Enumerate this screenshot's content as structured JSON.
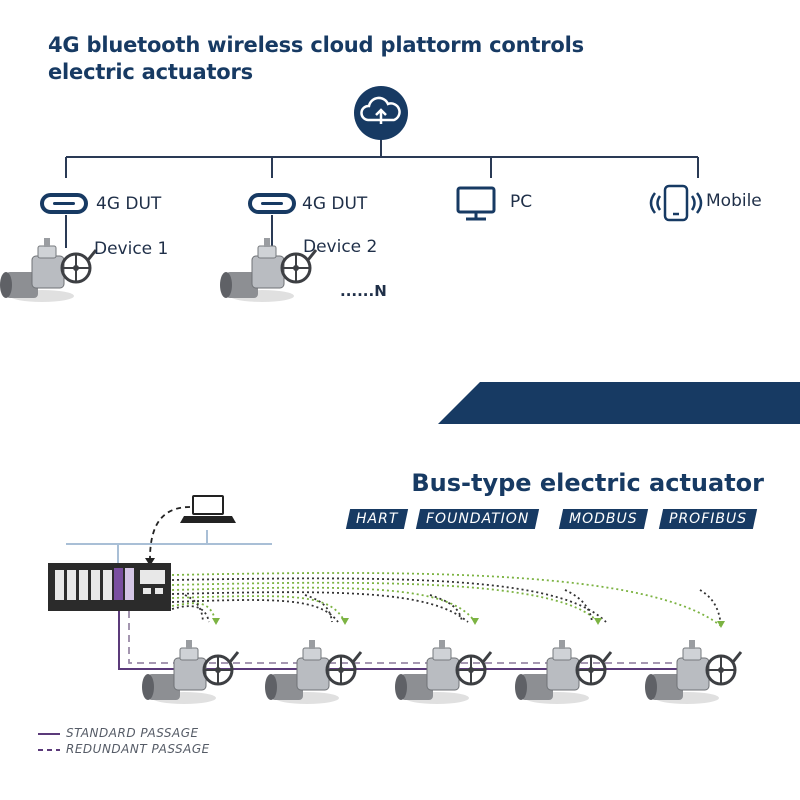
{
  "cloud_section": {
    "title_line1": "4G bluetooth wireless cloud plattorm controls",
    "title_line2": "electric actuators",
    "nodes": [
      {
        "icon": "usb-c-icon",
        "label": "4G DUT",
        "device": "Device 1"
      },
      {
        "icon": "usb-c-icon",
        "label": "4G DUT",
        "device": "Device 2"
      },
      {
        "icon": "monitor-icon",
        "label": "PC"
      },
      {
        "icon": "mobile-phone-icon",
        "label": "Mobile"
      }
    ],
    "ellipsis": "......N",
    "cloud_icon": "cloud-upload-icon"
  },
  "bus_section": {
    "title": "Bus-type electric actuator",
    "protocols": [
      "HART",
      "FOUNDATION",
      "MODBUS",
      "PROFIBUS"
    ],
    "legend": [
      {
        "label": "STANDARD PASSAGE",
        "style": "solid"
      },
      {
        "label": "REDUNDANT PASSAGE",
        "style": "dashed"
      }
    ],
    "actuator_count": 5
  },
  "colors": {
    "navy": "#173a63",
    "line": "#2a3a55",
    "bus_line": "#a9bfd6",
    "signal_green": "#7cb342",
    "signal_dark": "#333333",
    "passage_purple": "#5b3a7a"
  }
}
